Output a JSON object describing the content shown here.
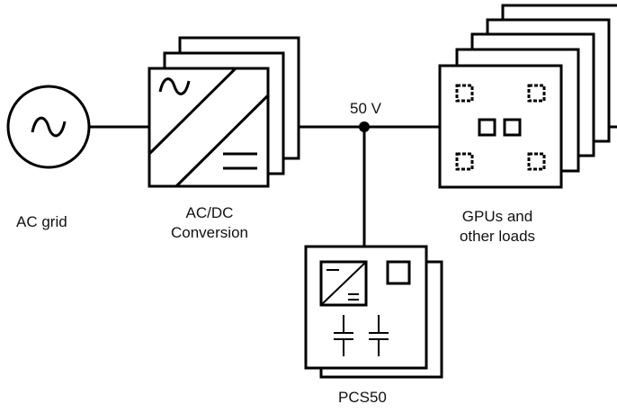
{
  "labels": {
    "ac_grid": "AC grid",
    "acdc_line1": "AC/DC",
    "acdc_line2": "Conversion",
    "bus_voltage": "50 V",
    "gpu_line1": "GPUs and",
    "gpu_line2": "other loads",
    "pcs": "PCS50"
  },
  "icons": {
    "ac_source": "sine-wave-icon",
    "converter": "ac-dc-converter-icon",
    "gpu": "chip-board-icon",
    "capacitor": "capacitor-icon"
  }
}
